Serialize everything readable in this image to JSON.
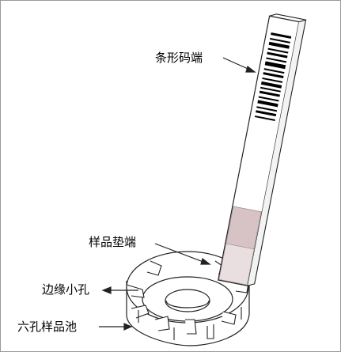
{
  "labels": {
    "barcode_end": "条形码端",
    "sample_pad_end": "样品垫端",
    "edge_hole": "边缘小孔",
    "six_well_pool": "六孔样品池"
  },
  "colors": {
    "pad": "#d7c3c6",
    "pad_lower": "#e9dfe0",
    "line": "#222222",
    "barcode": "#000000"
  }
}
